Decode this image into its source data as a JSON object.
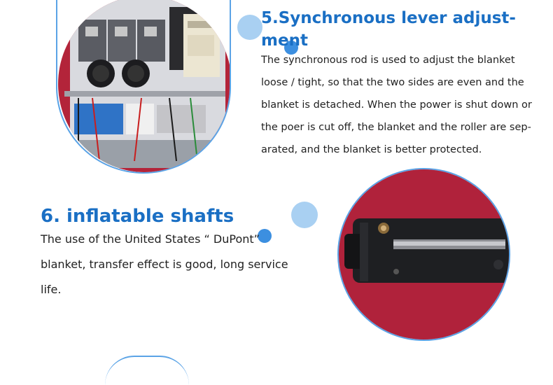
{
  "section5": {
    "title": "5.Synchronous lever adjust-ment",
    "title_line1": "5.Synchronous lever adjust-",
    "title_line2": "ment",
    "lines": [
      "The synchronous rod is used to adjust the blanket",
      "loose / tight, so that the two sides are even and the",
      "blanket is detached. When the power is shut down or",
      "the poer is cut off, the blanket and the roller are sep-",
      "arated, and the blanket is better protected."
    ]
  },
  "section6": {
    "title": "6. inflatable shafts",
    "lines": [
      "The use of the United States “ DuPont”",
      "blanket, transfer effect is good, long service",
      "life."
    ]
  },
  "colors": {
    "heading": "#1a6fc4",
    "accent_dot_light": "#a9d0f2",
    "accent_dot_dark": "#3c8fe0",
    "photo_border": "#5aa3e6"
  },
  "icons": {
    "photo1": "electrical-control-panel-photo",
    "photo2": "inflatable-shaft-photo"
  }
}
